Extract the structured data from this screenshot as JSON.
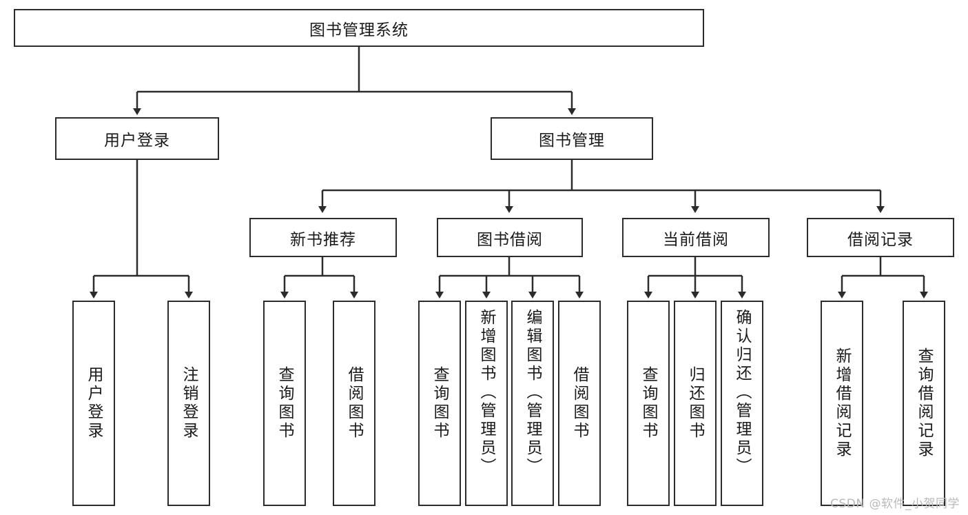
{
  "diagram": {
    "type": "tree-hierarchy-chart",
    "title": "图书管理系统",
    "colors": {
      "box_border": "#2b2b2b",
      "box_fill": "#ffffff",
      "connector": "#2b2b2b",
      "text": "#1a1a1a",
      "watermark": "#b9b9b9",
      "background": "#ffffff"
    },
    "root": {
      "id": "root",
      "label": "图书管理系统"
    },
    "level1": [
      {
        "id": "user-login",
        "label": "用户登录"
      },
      {
        "id": "book-management",
        "label": "图书管理"
      }
    ],
    "level2": [
      {
        "id": "new-book-recommend",
        "label": "新书推荐",
        "parent": "book-management"
      },
      {
        "id": "book-borrow",
        "label": "图书借阅",
        "parent": "book-management"
      },
      {
        "id": "current-borrow",
        "label": "当前借阅",
        "parent": "book-management"
      },
      {
        "id": "borrow-record",
        "label": "借阅记录",
        "parent": "book-management"
      }
    ],
    "leaves": {
      "user_login": [
        {
          "id": "leaf-user-login",
          "label": "用户登录"
        },
        {
          "id": "leaf-logout-login",
          "label": "注销登录"
        }
      ],
      "new_book_recommend": [
        {
          "id": "leaf-query-book-1",
          "label": "查询图书"
        },
        {
          "id": "leaf-borrow-book-1",
          "label": "借阅图书"
        }
      ],
      "book_borrow": [
        {
          "id": "leaf-query-book-2",
          "label": "查询图书"
        },
        {
          "id": "leaf-add-book",
          "label": "新增图书（管理员）"
        },
        {
          "id": "leaf-edit-book",
          "label": "编辑图书（管理员）"
        },
        {
          "id": "leaf-borrow-book-2",
          "label": "借阅图书"
        }
      ],
      "current_borrow": [
        {
          "id": "leaf-query-book-3",
          "label": "查询图书"
        },
        {
          "id": "leaf-return-book",
          "label": "归还图书"
        },
        {
          "id": "leaf-confirm-return",
          "label": "确认归还（管理员）"
        }
      ],
      "borrow_record": [
        {
          "id": "leaf-add-record",
          "label": "新增借阅记录"
        },
        {
          "id": "leaf-query-record",
          "label": "查询借阅记录"
        }
      ]
    }
  },
  "watermark": {
    "text": "CSDN @软件_小贺同学"
  }
}
